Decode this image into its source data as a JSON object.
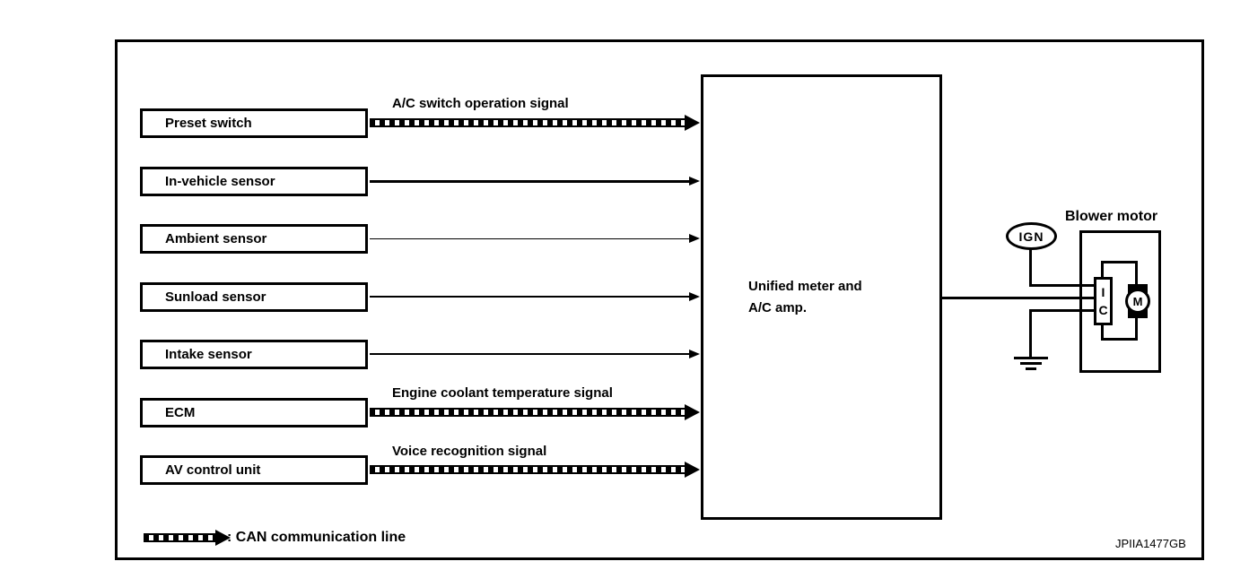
{
  "diagram": {
    "sources": [
      {
        "label": "Preset switch",
        "signal": "A/C switch operation signal",
        "line_type": "can"
      },
      {
        "label": "In-vehicle sensor",
        "signal": "",
        "line_type": "solid"
      },
      {
        "label": "Ambient sensor",
        "signal": "",
        "line_type": "solid"
      },
      {
        "label": "Sunload sensor",
        "signal": "",
        "line_type": "solid"
      },
      {
        "label": "Intake sensor",
        "signal": "",
        "line_type": "solid"
      },
      {
        "label": "ECM",
        "signal": "Engine coolant temperature signal",
        "line_type": "can"
      },
      {
        "label": "AV control unit",
        "signal": "Voice recognition signal",
        "line_type": "can"
      }
    ],
    "central_unit": {
      "label_line1": "Unified meter and",
      "label_line2": "A/C amp."
    },
    "blower": {
      "title": "Blower motor",
      "power_label": "IGN",
      "ic_top": "I",
      "ic_bottom": "C",
      "motor_label": "M"
    },
    "legend": {
      "text": ": CAN communication line"
    },
    "figure_code": "JPIIA1477GB",
    "colors": {
      "line": "#000000",
      "background": "#ffffff"
    }
  }
}
